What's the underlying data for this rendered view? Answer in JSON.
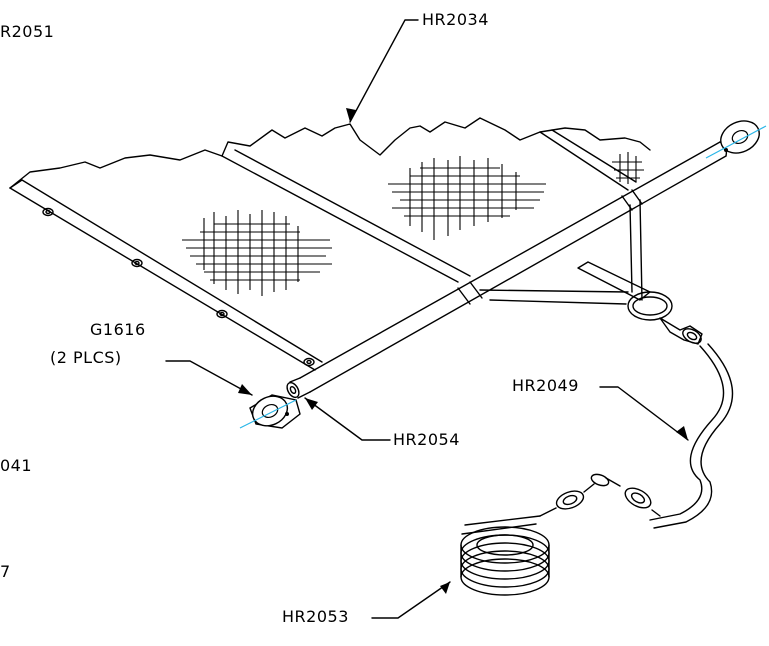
{
  "labels": {
    "hr2051": "R2051",
    "hr2034": "HR2034",
    "g1616": "G1616",
    "g1616_qty": "(2  PLCS)",
    "hr2049": "HR2049",
    "hr2054": "HR2054",
    "hr2041": "041",
    "hr_7": "7",
    "hr2053": "HR2053"
  },
  "colors": {
    "line": "#000000",
    "axis": "#29b6e8",
    "background": "#ffffff"
  }
}
